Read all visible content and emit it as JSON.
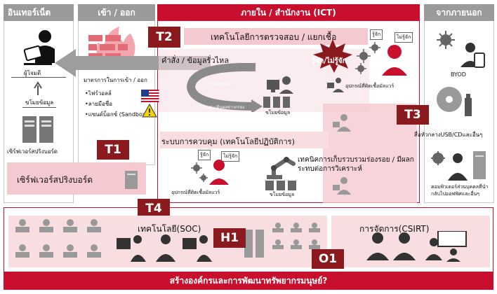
{
  "zones": {
    "internet": "อินเทอร์เน็ต",
    "gateway": "เข้า / ออก",
    "internal": "ภายใน / สำนักงาน (ICT)",
    "external": "จากภายนอก"
  },
  "tags": {
    "t1": "T1",
    "t2": "T2",
    "t3": "T3",
    "t4": "T4",
    "h1": "H1",
    "o1": "O1"
  },
  "internet": {
    "attacker": "ผู้โจมตี",
    "leak": "ขโมยข้อมูล",
    "server": "เซิร์ฟเวอร์สปริงบอร์ด"
  },
  "gateway": {
    "measures_title": "มาตรการในการเข้า / ออก",
    "items": [
      "•ไฟร์วอลล์",
      "•ลายมือชื่อ",
      "•แซนด์บ็อกซ์ (Sandbox)"
    ]
  },
  "internal": {
    "detect_title": "เทคโนโลยีการตรวจสอบ / แยกเชื้อ",
    "command": "คำสั่ง / ข้อมูลรั่วไหล",
    "spread": "การแพร่พันธุ์",
    "theft": "การประเมินผลข่าวกรอง",
    "stolen": "ขโมยข้อมูล",
    "known": "รู้จัก",
    "unknown": "ไม่รู้จัก",
    "known_unknown": "รู้จัก/ไม่รู้จัก",
    "infected": "อุปกรณ์ที่ติดเชื้อมัลแวร์",
    "control_title": "ระบบการควบคุม (เทคโนโลยีปฏิบัติการ)",
    "known2": "รู้จัก",
    "unknown2": "ไม่รู้จัก",
    "infected2": "อุปกรณ์ที่ติดเชื้อมัลแวร์",
    "stolen2": "ขโมยข้อมูล",
    "forensics": "เทคนิคการเก็บรวบรวมร่องรอย / มีผลกระทบต่อการวิเคราะห์"
  },
  "springboard": "เซิร์ฟเวอร์สปริงบอร์ด",
  "external": {
    "byod": "BYOD",
    "usb": "สื่อหัวกลางUSB/CDและอื่นๆ",
    "pc": "คอมพิวเตอร์ส่วนบุคคลที่นำกลับไปออฟฟิศและอื่นๆ"
  },
  "bottom": {
    "soc": "เทคโนโลยี(SOC)",
    "csirt": "การจัดการ(CSIRT)",
    "footer": "สร้างองค์กรและการพัฒนาทรัพยากรมนุษย์?"
  }
}
